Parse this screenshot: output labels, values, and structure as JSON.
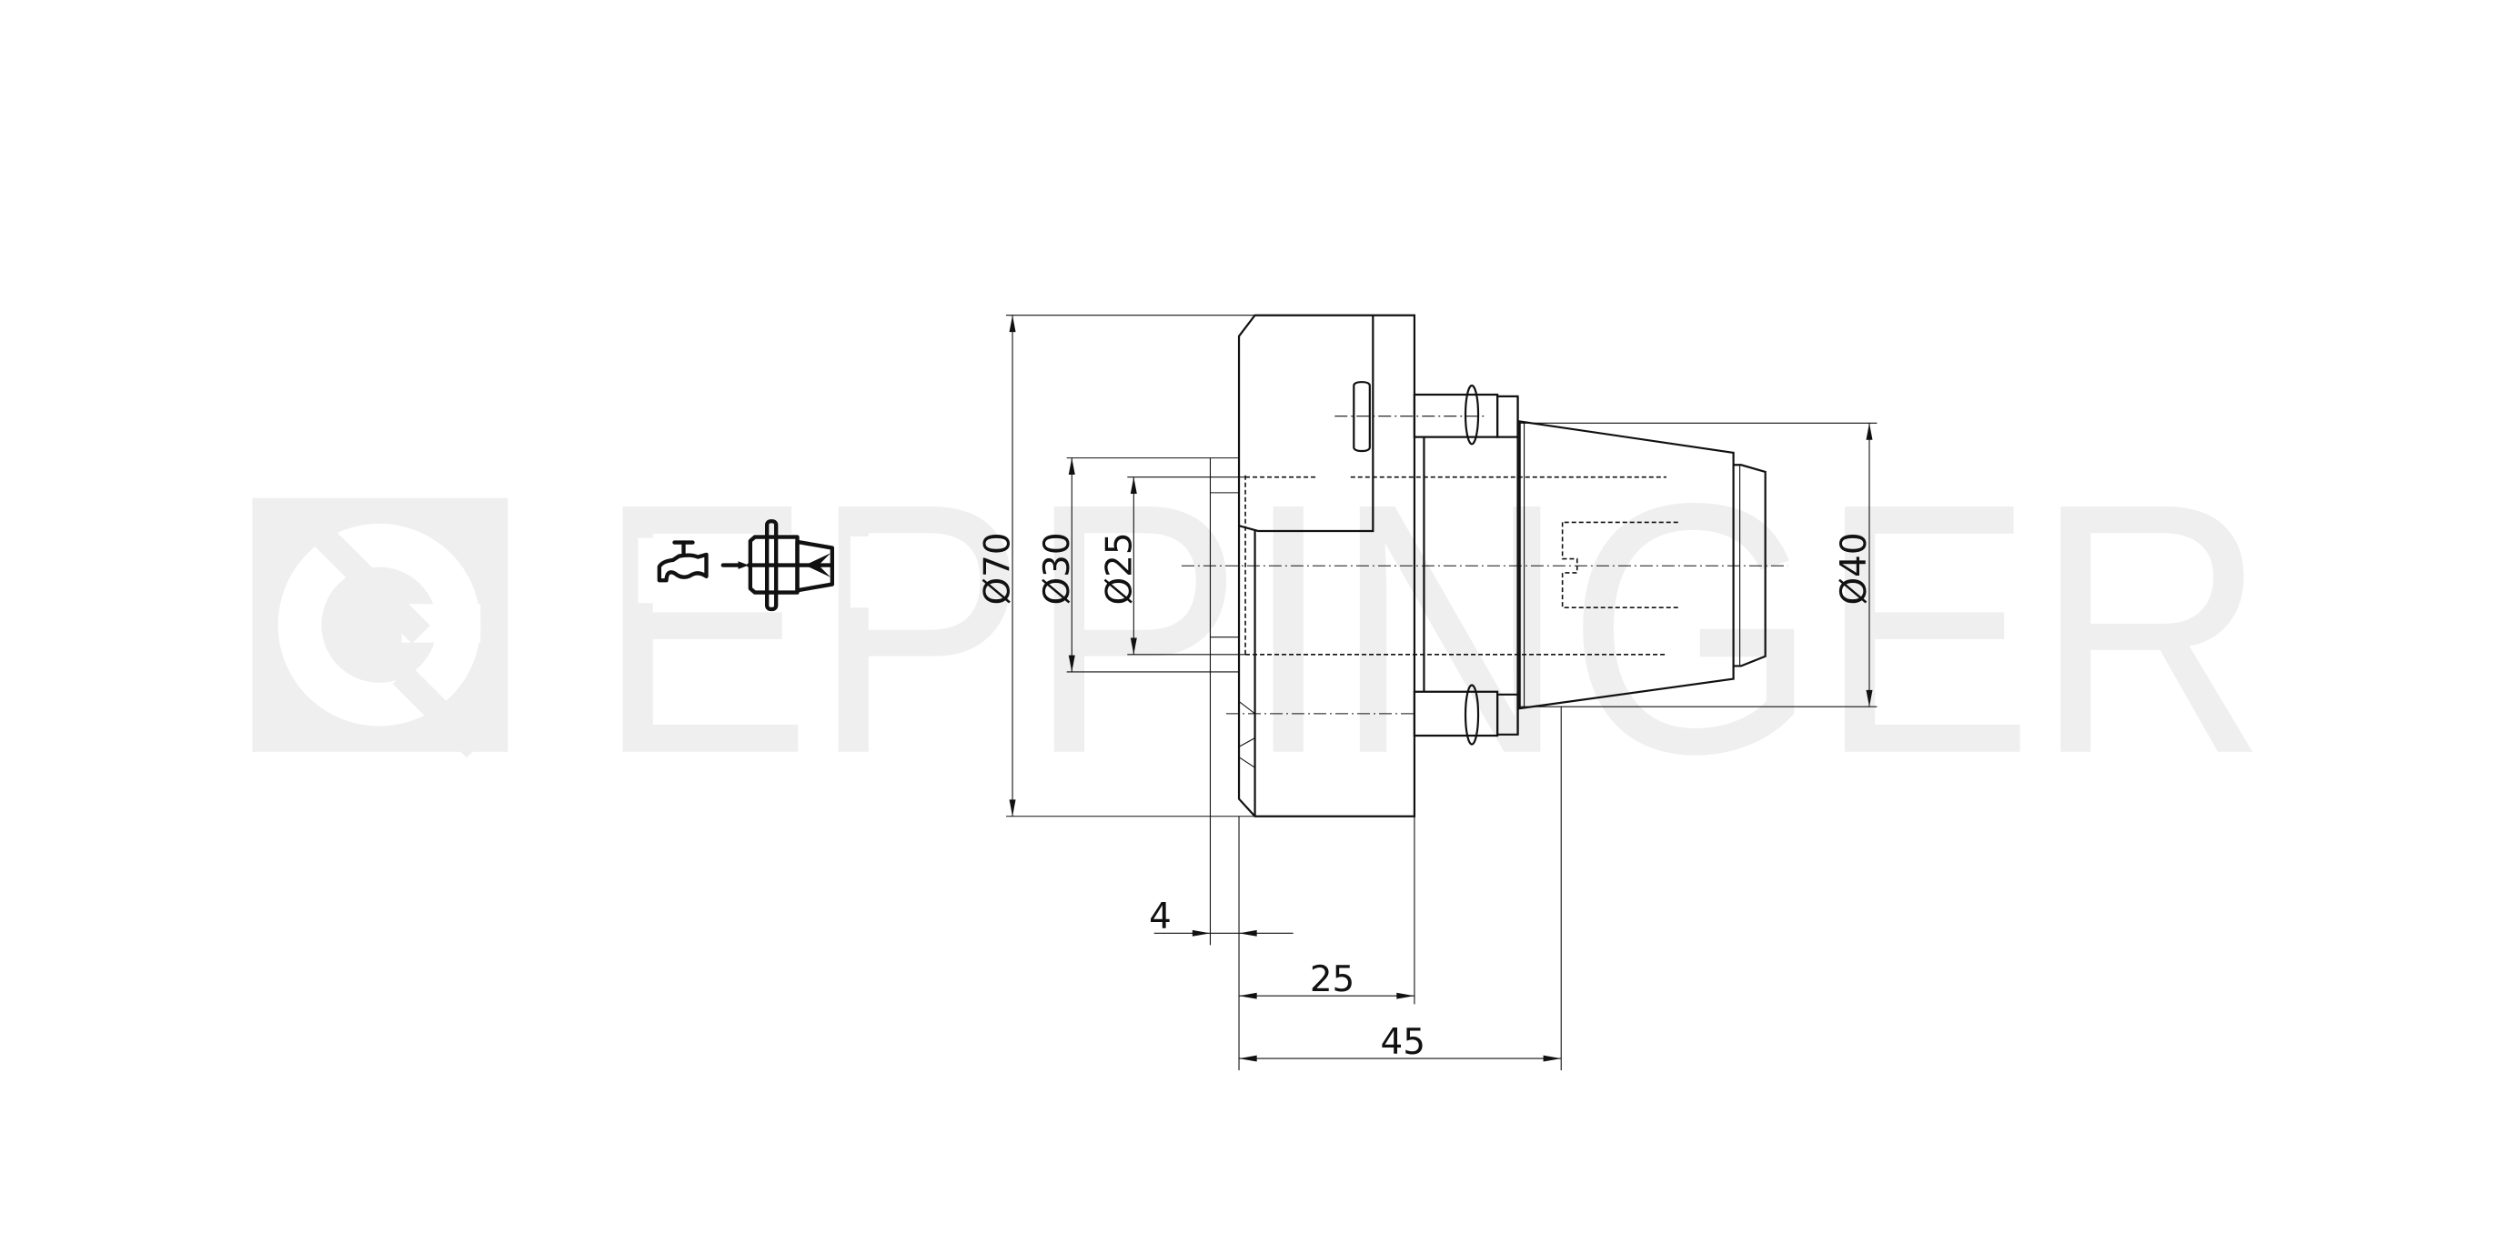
{
  "watermark": {
    "brand_text": "EPPINGER",
    "color": "#efefef",
    "logo": "eppinger-e-logo"
  },
  "icons": {
    "coolant": "water-tap-icon",
    "coolant_flow": "arrow-right-icon",
    "tool_holder": "tool-holder-icon"
  },
  "dimensions": {
    "diameter_70": "Ø70",
    "diameter_30": "Ø30",
    "diameter_25": "Ø25",
    "diameter_40": "Ø40",
    "length_4": "4",
    "length_25": "25",
    "length_45": "45"
  },
  "colors": {
    "line": "#111111",
    "background": "#ffffff"
  }
}
